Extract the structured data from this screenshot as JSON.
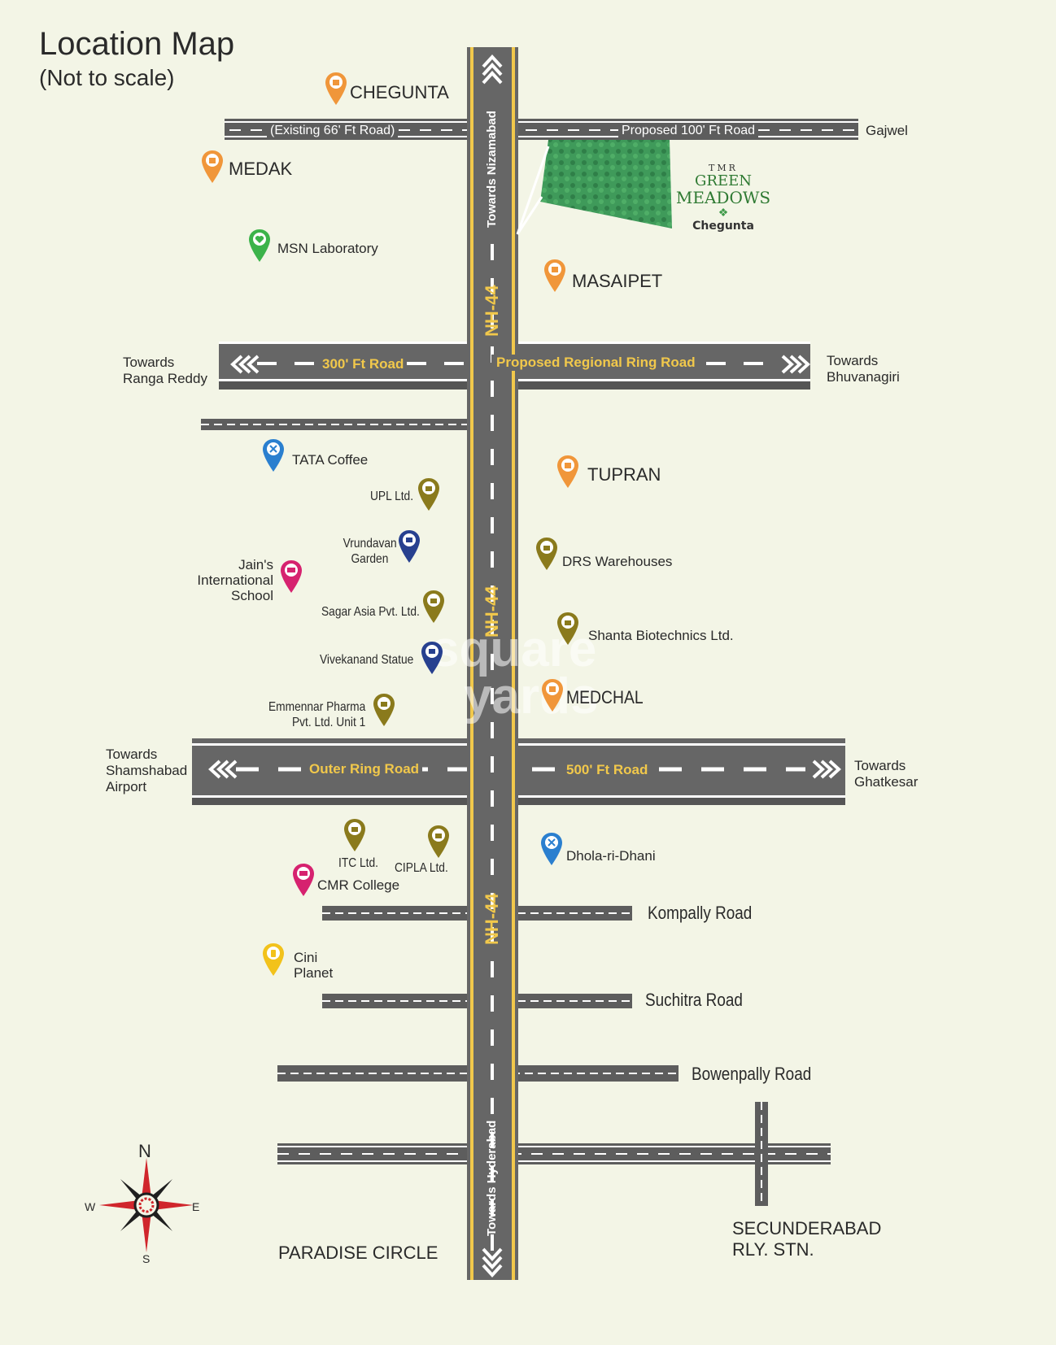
{
  "header": {
    "title": "Location Map",
    "subtitle": "(Not to scale)"
  },
  "highway": {
    "name": "NH-44",
    "north_label": "Towards Nizamabad",
    "south_label": "Towards Hyderabad"
  },
  "roads": {
    "top_left": "(Existing 66' Ft Road)",
    "top_right": "Proposed 100' Ft Road",
    "top_end": "Gajwel",
    "rrr_left_name": "300' Ft Road",
    "rrr_right_name": "Proposed Regional Ring Road",
    "rrr_west": "Towards Ranga Reddy",
    "rrr_east": "Towards Bhuvanagiri",
    "orr_left_name": "Outer Ring Road",
    "orr_right_name": "500' Ft Road",
    "orr_west": "Towards Shamshabad Airport",
    "orr_east": "Towards Ghatkesar",
    "kompally": "Kompally Road",
    "suchitra": "Suchitra Road",
    "bowenpally": "Bowenpally Road"
  },
  "project": {
    "brand_small": "TMR",
    "brand_line1": "GREEN",
    "brand_line2": "MEADOWS",
    "location": "Chegunta"
  },
  "places": {
    "chegunta": "CHEGUNTA",
    "medak": "MEDAK",
    "msn": "MSN Laboratory",
    "masaipet": "MASAIPET",
    "tata": "TATA Coffee",
    "tupran": "TUPRAN",
    "upl": "UPL Ltd.",
    "vrundavan_1": "Vrundavan",
    "vrundavan_2": "Garden",
    "drs": "DRS Warehouses",
    "jains_1": "Jain's",
    "jains_2": "International",
    "jains_3": "School",
    "sagar": "Sagar Asia Pvt. Ltd.",
    "shanta": "Shanta Biotechnics Ltd.",
    "vivekanand": "Vivekanand Statue",
    "medchal": "MEDCHAL",
    "emmennar_1": "Emmennar Pharma",
    "emmennar_2": "Pvt. Ltd. Unit 1",
    "itc": "ITC Ltd.",
    "cipla": "CIPLA Ltd.",
    "dhola": "Dhola-ri-Dhani",
    "cmr": "CMR College",
    "cini_1": "Cini",
    "cini_2": "Planet",
    "paradise": "PARADISE CIRCLE",
    "secbad_1": "SECUNDERABAD",
    "secbad_2": "RLY. STN."
  },
  "compass": {
    "n": "N",
    "s": "S",
    "e": "E",
    "w": "W"
  },
  "watermark": {
    "line1": "square",
    "line2": "yards"
  },
  "colors": {
    "background": "#f3f5e6",
    "road": "#666666",
    "highway_edge": "#f1c84b",
    "pin_orange": "#f0963a",
    "pin_green": "#3bb34a",
    "pin_blue": "#2a7fcf",
    "pin_olive": "#8a7a1c",
    "pin_navy": "#27408f",
    "pin_magenta": "#d6226f",
    "pin_yellow": "#f2c21b",
    "brand_green": "#2f7a33"
  }
}
